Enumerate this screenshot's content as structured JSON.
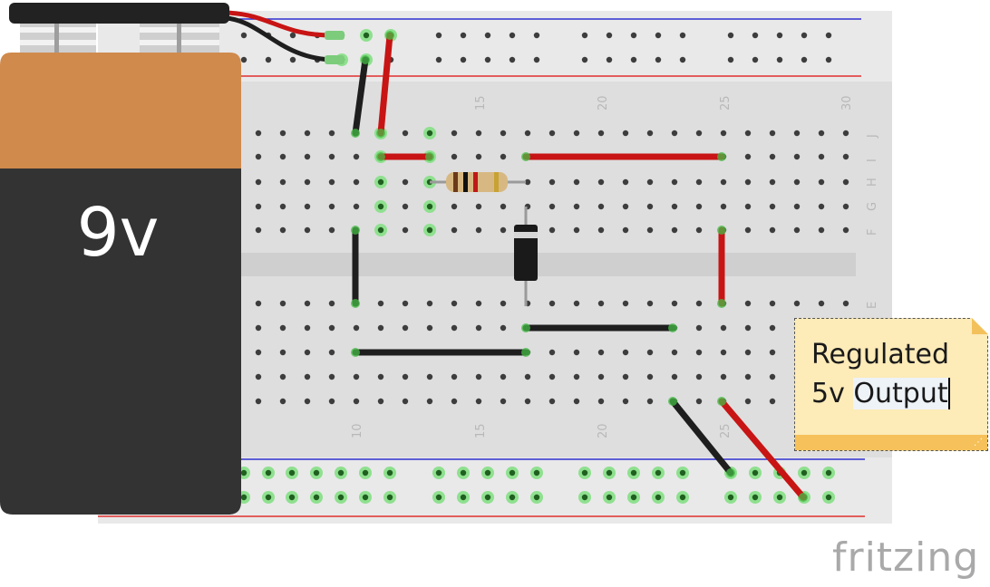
{
  "battery": {
    "label": "9v"
  },
  "breadboard": {
    "column_numbers_top": [
      "15",
      "20",
      "25",
      "30"
    ],
    "column_numbers_bottom": [
      "10",
      "15",
      "20",
      "25"
    ],
    "row_letters_top": [
      "J",
      "I",
      "H",
      "G",
      "F"
    ],
    "row_letters_bottom": [
      "E"
    ]
  },
  "note": {
    "line1": "Regulated",
    "line2_a": "5v",
    "line2_b": "Output"
  },
  "brand": {
    "logo_text": "fritzing"
  },
  "colors": {
    "wire_red": "#c81414",
    "wire_black": "#1e1e1e",
    "battery_copper": "#d08a4c",
    "battery_body": "#333333",
    "hole_active": "#8fe08f",
    "rail_red": "#e03030",
    "rail_blue": "#3030d0"
  }
}
